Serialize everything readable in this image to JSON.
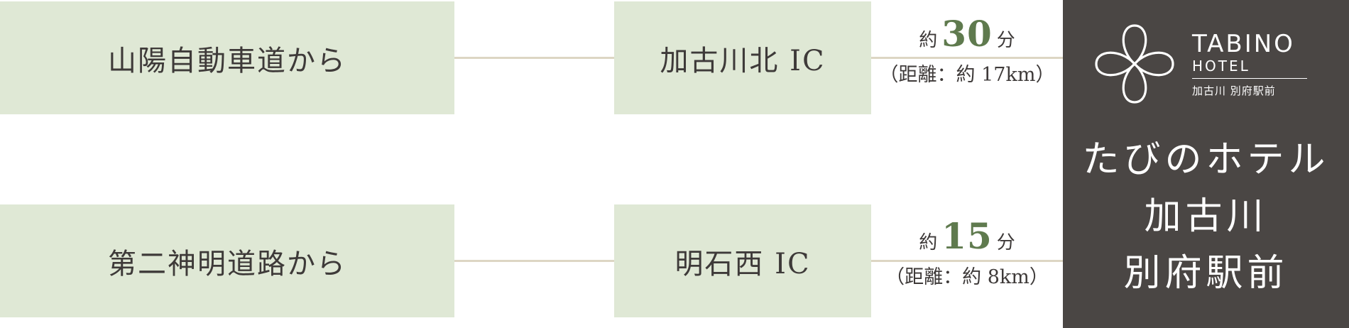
{
  "routes": [
    {
      "origin": "山陽自動車道から",
      "interchange": "加古川北 IC",
      "time_prefix": "約",
      "time_value": "30",
      "time_unit": "分",
      "distance": "（距離：約 17km）"
    },
    {
      "origin": "第二神明道路から",
      "interchange": "明石西 IC",
      "time_prefix": "約",
      "time_value": "15",
      "time_unit": "分",
      "distance": "（距離：約 8km）"
    }
  ],
  "hotel": {
    "logo_brand": "TABINO",
    "logo_sub": "HOTEL",
    "logo_location": "加古川 別府駅前",
    "name_line1": "たびのホテル",
    "name_line2": "加古川",
    "name_line3": "別府駅前"
  },
  "colors": {
    "box_background": "#dfe8d5",
    "connector_line": "#ddd6c4",
    "time_accent": "#5f7a4e",
    "hotel_panel": "#4a4644"
  },
  "icons": {
    "logo": "quatrefoil-loop-logo-icon"
  }
}
